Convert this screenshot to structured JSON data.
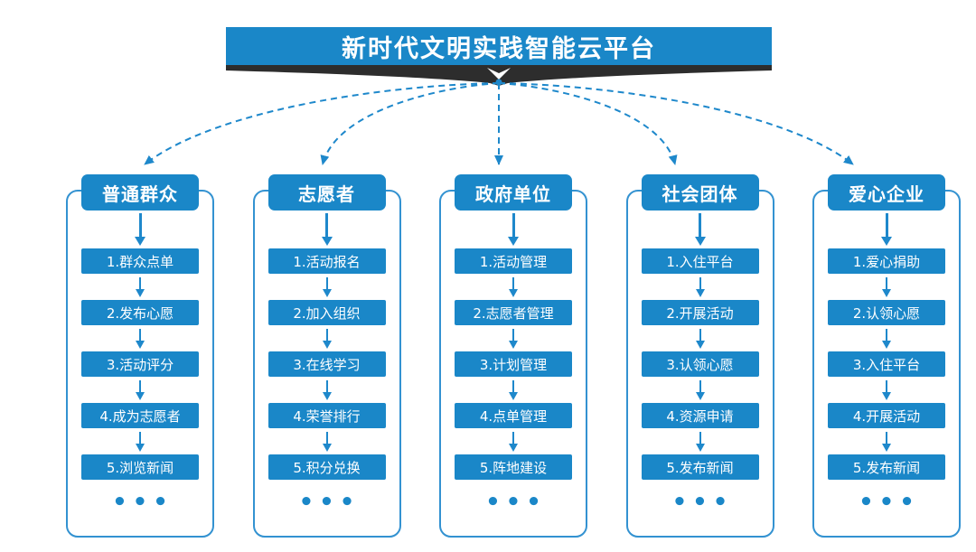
{
  "title": "新时代文明实践智能云平台",
  "colors": {
    "primary_blue": "#1a87c8",
    "outline_blue": "#3392d1",
    "arrow_blue": "#1e88cb",
    "ribbon_dark": "#2d2d2d"
  },
  "columns": [
    {
      "header": "普通群众",
      "items": [
        "1.群众点单",
        "2.发布心愿",
        "3.活动评分",
        "4.成为志愿者",
        "5.浏览新闻"
      ],
      "more_label": "•••"
    },
    {
      "header": "志愿者",
      "items": [
        "1.活动报名",
        "2.加入组织",
        "3.在线学习",
        "4.荣誉排行",
        "5.积分兑换"
      ],
      "more_label": "•••"
    },
    {
      "header": "政府单位",
      "items": [
        "1.活动管理",
        "2.志愿者管理",
        "3.计划管理",
        "4.点单管理",
        "5.阵地建设"
      ],
      "more_label": "•••"
    },
    {
      "header": "社会团体",
      "items": [
        "1.入住平台",
        "2.开展活动",
        "3.认领心愿",
        "4.资源申请",
        "5.发布新闻"
      ],
      "more_label": "•••"
    },
    {
      "header": "爱心企业",
      "items": [
        "1.爱心捐助",
        "2.认领心愿",
        "3.入住平台",
        "4.开展活动",
        "5.发布新闻"
      ],
      "more_label": "•••"
    }
  ]
}
